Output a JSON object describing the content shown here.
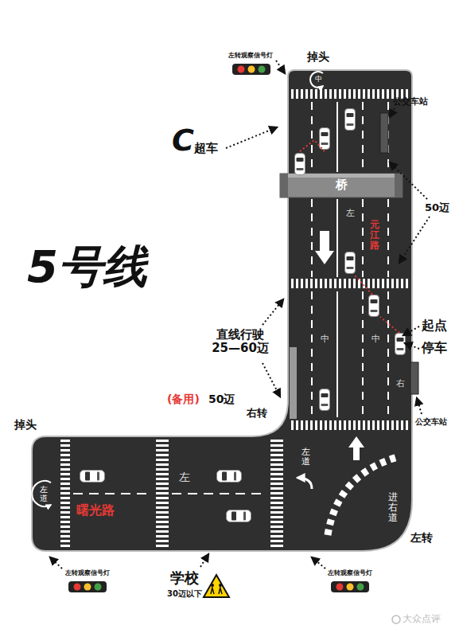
{
  "diagram": {
    "title": "5号线",
    "labels": [
      "掉头",
      "左转观察信号灯",
      "中",
      "公交车站",
      "C",
      "超车",
      "桥",
      "50迈",
      "左",
      "元江路",
      "起点",
      "停车",
      "中",
      "中",
      "直线行驶 25—60迈",
      "右",
      "公交车站",
      "(备用)",
      "50迈",
      "右转",
      "掉头",
      "左道",
      "曙光路",
      "左",
      "左道",
      "进右道",
      "左转",
      "学校",
      "30迈以下",
      "左转观察信号灯",
      "左转观察信号灯",
      "大众点评"
    ]
  }
}
